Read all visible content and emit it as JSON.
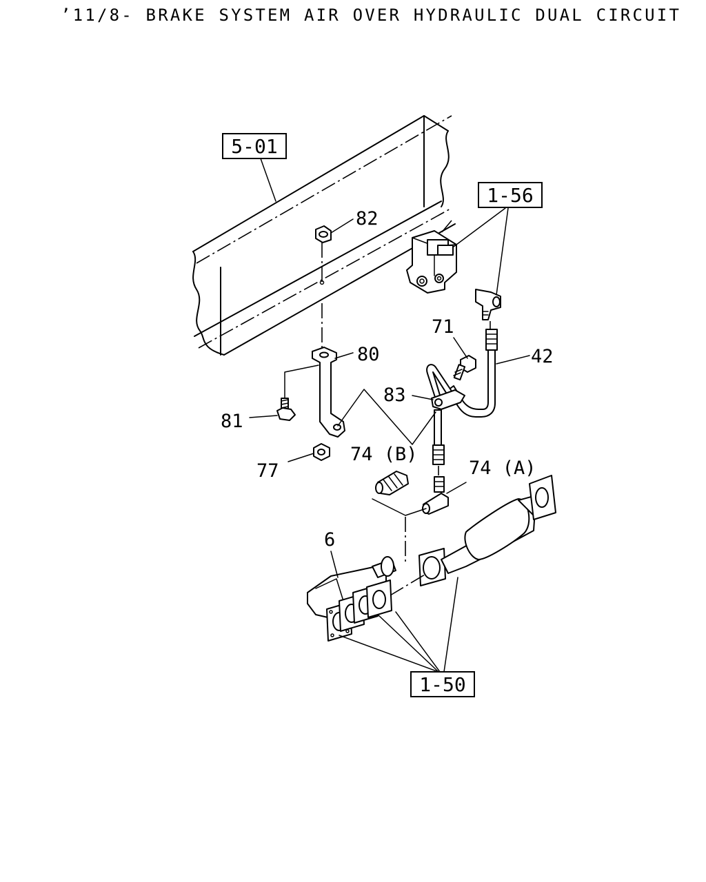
{
  "title": "’11/8- BRAKE SYSTEM AIR OVER HYDRAULIC DUAL CIRCUIT",
  "reference_boxes": {
    "frame": "5-01",
    "valve": "1-56",
    "muffler": "1-50"
  },
  "part_labels": {
    "nut_82": "82",
    "bracket_80": "80",
    "bolt_81": "81",
    "nut_77": "77",
    "bolt_71": "71",
    "hose_42": "42",
    "clip_83": "83",
    "connector_74b": "74 (B)",
    "connector_74a": "74 (A)",
    "pipe_6": "6"
  }
}
